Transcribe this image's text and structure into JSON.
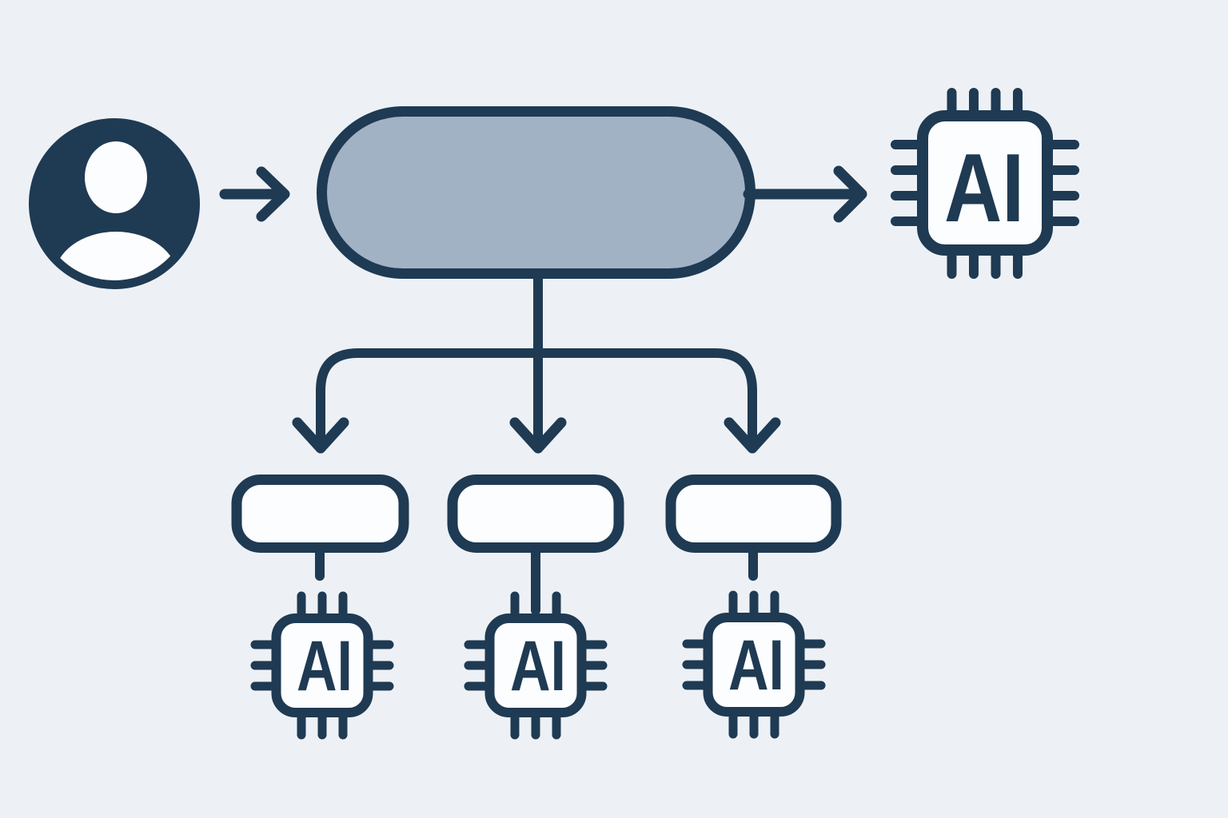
{
  "colors": {
    "background": "#edf1f5",
    "line": "#1f3a53",
    "task_fill": "#a2b2c5",
    "node_fill": "#fcfdfe"
  },
  "diagram": {
    "description": "flowchart: user sends task to AI, task is split into three subtasks each handled by an AI chip",
    "user": {
      "icon": "user-avatar-icon",
      "label": ""
    },
    "main_task": {
      "shape": "pill",
      "label": ""
    },
    "primary_ai_chip": {
      "icon": "ai-chip-icon",
      "label": "AI"
    },
    "subtasks": [
      {
        "shape": "rounded-rect",
        "label": ""
      },
      {
        "shape": "rounded-rect",
        "label": ""
      },
      {
        "shape": "rounded-rect",
        "label": ""
      }
    ],
    "subtask_ai_chips": [
      {
        "icon": "ai-chip-icon",
        "label": "AI"
      },
      {
        "icon": "ai-chip-icon",
        "label": "AI"
      },
      {
        "icon": "ai-chip-icon",
        "label": "AI"
      }
    ]
  }
}
